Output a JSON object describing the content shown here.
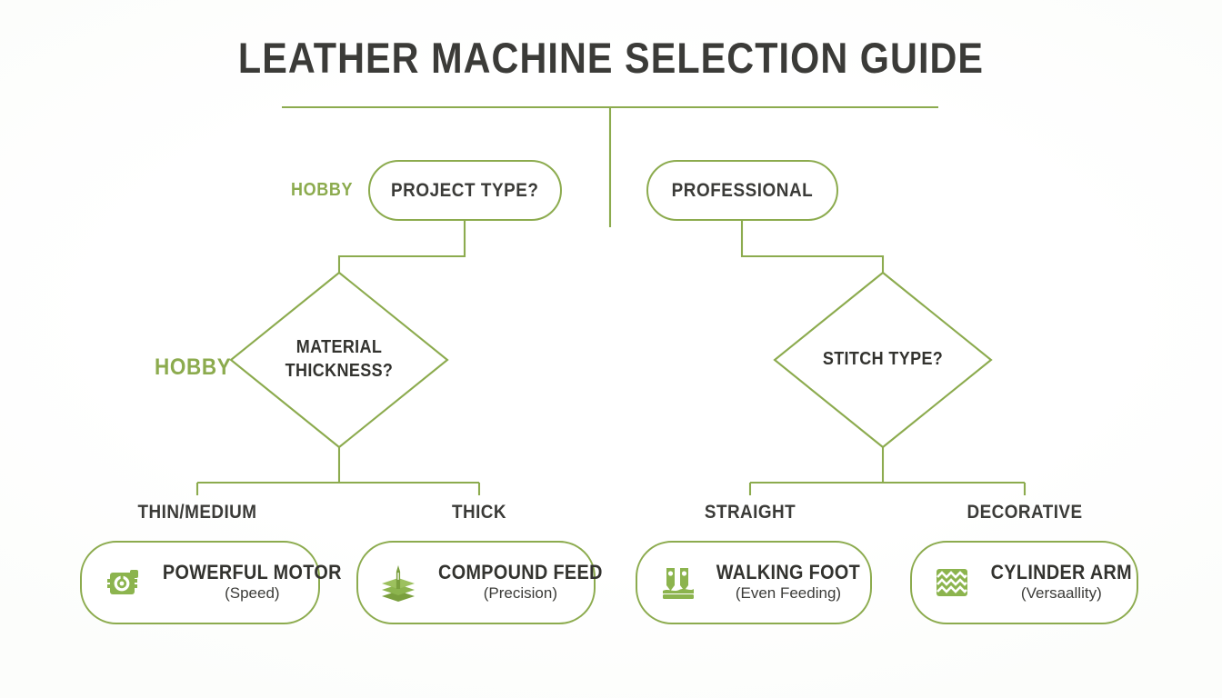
{
  "page": {
    "title": "LEATHER MACHINE SELECTION GUIDE",
    "accent_green": "#8cab4e",
    "icon_green": "#8cb44e",
    "text_dark": "#33332f",
    "background": "#ffffff"
  },
  "flow": {
    "root_branches": [
      {
        "side_label": "HOBBY",
        "node": "PROJECT TYPE?"
      },
      {
        "side_label": "",
        "node": "PROFESSIONAL"
      }
    ],
    "decisions": [
      {
        "side_label": "HOBBY",
        "line1": "MATERIAL",
        "line2": "THICKNESS?",
        "edges": [
          "THIN/MEDIUM",
          "THICK"
        ]
      },
      {
        "side_label": "",
        "line1": "STITCH TYPE?",
        "line2": "",
        "edges": [
          "STRAIGHT",
          "DECORATIVE"
        ]
      }
    ],
    "results": [
      {
        "icon": "motor-icon",
        "title": "POWERFUL MOTOR",
        "subtitle": "(Speed)"
      },
      {
        "icon": "layers-needle-icon",
        "title": "COMPOUND FEED",
        "subtitle": "(Precision)"
      },
      {
        "icon": "walking-foot-icon",
        "title": "WALKING FOOT",
        "subtitle": "(Even Feeding)"
      },
      {
        "icon": "zigzag-icon",
        "title": "CYLINDER ARM",
        "subtitle": "(Versaallity)"
      }
    ]
  },
  "chart_data": {
    "type": "diagram",
    "diagram_kind": "decision-flowchart",
    "title": "LEATHER MACHINE SELECTION GUIDE",
    "nodes": [
      {
        "id": "root",
        "kind": "splitter",
        "label": ""
      },
      {
        "id": "project",
        "kind": "pill",
        "label": "PROJECT TYPE?"
      },
      {
        "id": "pro",
        "kind": "pill",
        "label": "PROFESSIONAL"
      },
      {
        "id": "thickness",
        "kind": "diamond",
        "label": "MATERIAL THICKNESS?"
      },
      {
        "id": "stitch",
        "kind": "diamond",
        "label": "STITCH TYPE?"
      },
      {
        "id": "motor",
        "kind": "result",
        "label": "POWERFUL MOTOR (Speed)"
      },
      {
        "id": "compound",
        "kind": "result",
        "label": "COMPOUND FEED (Precision)"
      },
      {
        "id": "walking",
        "kind": "result",
        "label": "WALKING FOOT (Even Feeding)"
      },
      {
        "id": "cylinder",
        "kind": "result",
        "label": "CYLINDER ARM (Versaallity)"
      }
    ],
    "edges": [
      {
        "from": "root",
        "to": "project",
        "label": "HOBBY"
      },
      {
        "from": "root",
        "to": "pro",
        "label": "PROFESSIONAL"
      },
      {
        "from": "project",
        "to": "thickness",
        "label": "HOBBY"
      },
      {
        "from": "pro",
        "to": "stitch",
        "label": ""
      },
      {
        "from": "thickness",
        "to": "motor",
        "label": "THIN/MEDIUM"
      },
      {
        "from": "thickness",
        "to": "compound",
        "label": "THICK"
      },
      {
        "from": "stitch",
        "to": "walking",
        "label": "STRAIGHT"
      },
      {
        "from": "stitch",
        "to": "cylinder",
        "label": "DECORATIVE"
      }
    ]
  }
}
